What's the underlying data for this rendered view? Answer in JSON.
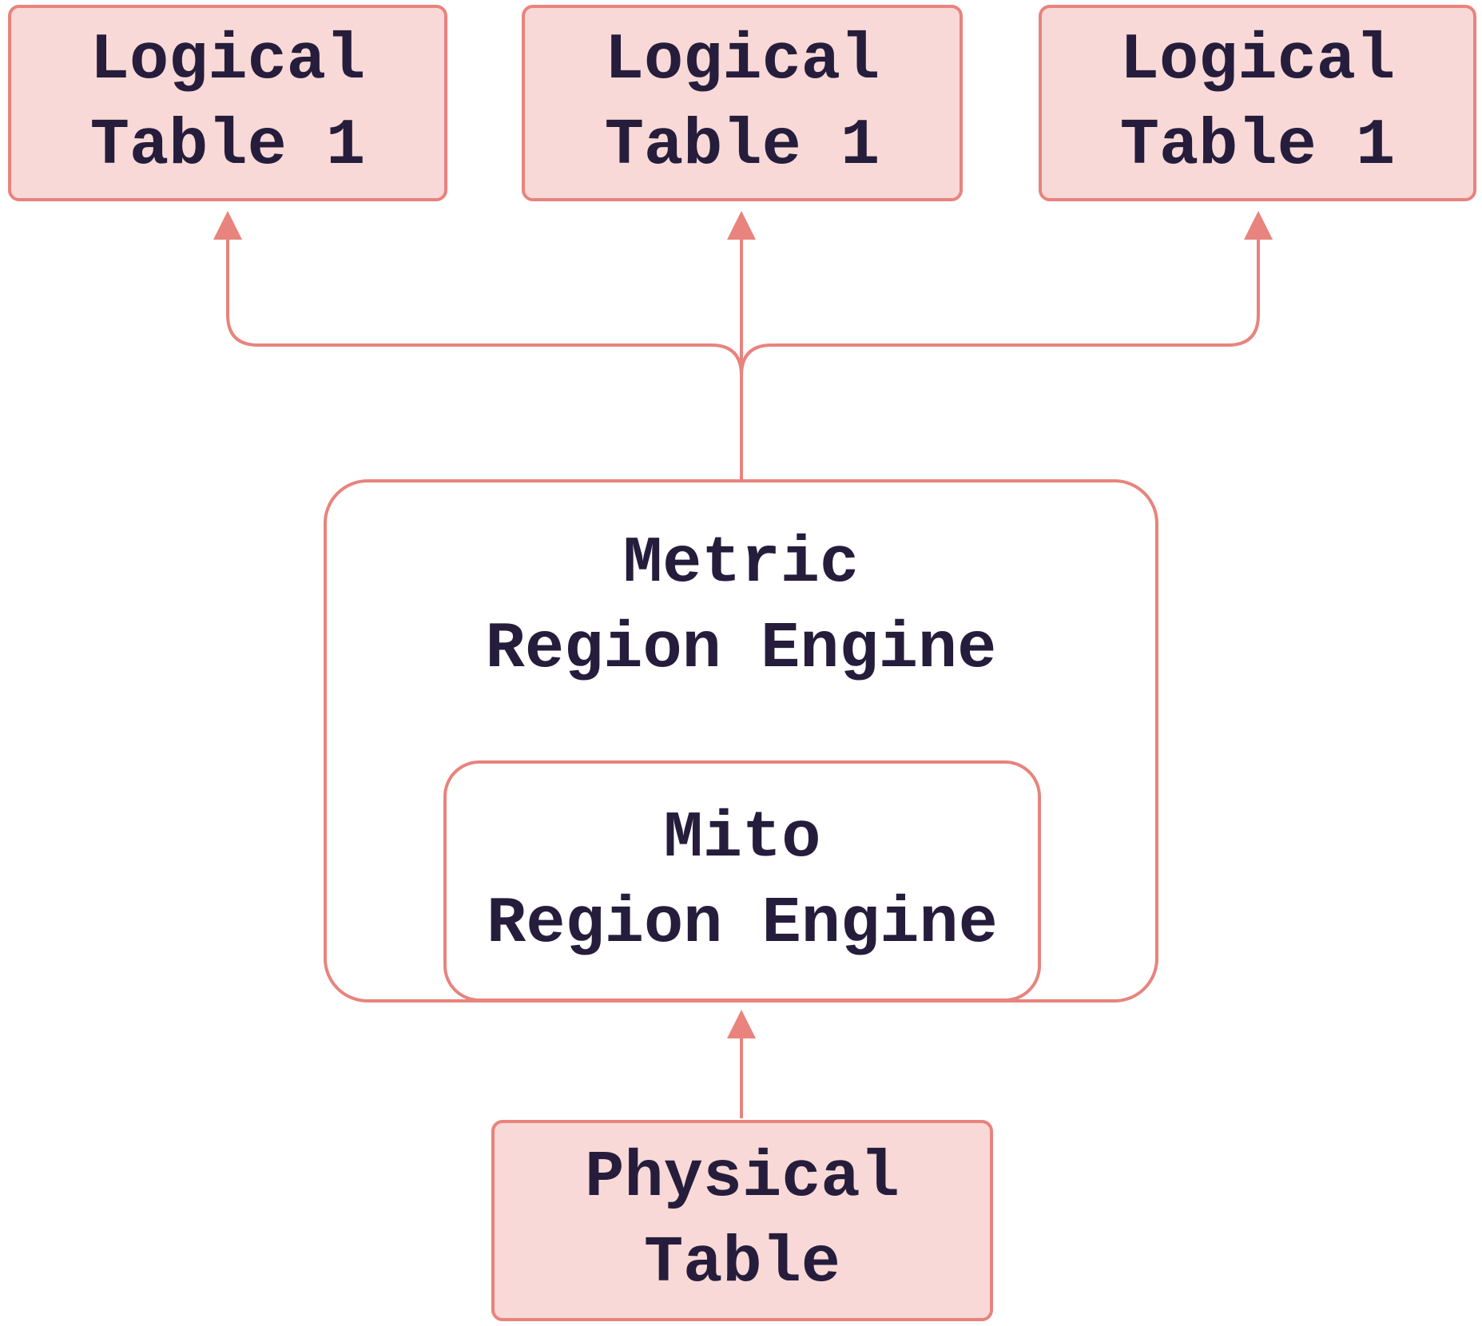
{
  "nodes": {
    "logical1": {
      "line1": "Logical",
      "line2": "Table 1"
    },
    "logical2": {
      "line1": "Logical",
      "line2": "Table 1"
    },
    "logical3": {
      "line1": "Logical",
      "line2": "Table 1"
    },
    "metric": {
      "line1": "Metric",
      "line2": "Region Engine"
    },
    "mito": {
      "line1": "Mito",
      "line2": "Region Engine"
    },
    "physical": {
      "line1": "Physical",
      "line2": "Table"
    }
  },
  "colors": {
    "node_fill": "#f9d9d7",
    "stroke": "#e8837d",
    "text": "#251d3b",
    "background": "#ffffff"
  }
}
